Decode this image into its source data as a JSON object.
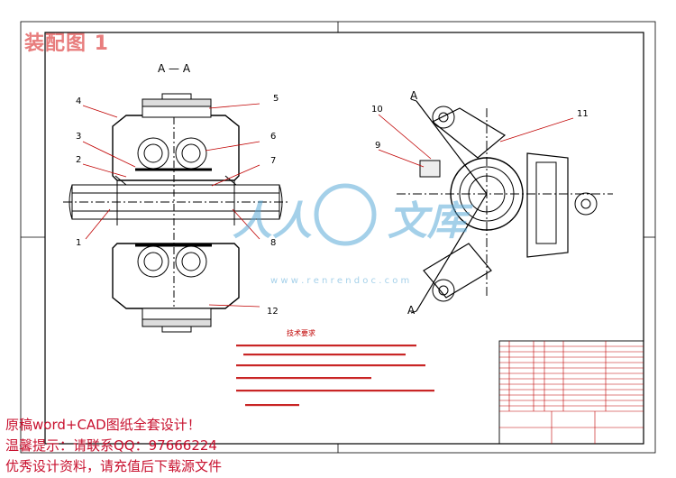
{
  "title": "装配图 1",
  "drawing": {
    "section_label": "A — A",
    "section_marker": "A",
    "callouts": [
      "1",
      "2",
      "3",
      "4",
      "5",
      "6",
      "7",
      "8",
      "9",
      "10",
      "11",
      "12"
    ],
    "watermark_text": "w w w . r e n r e n d o c . c o m",
    "tech_title": "技术要求"
  },
  "overlay": {
    "line1": "原稿word+CAD图纸全套设计！",
    "line2": "温馨提示：请联系QQ：97666224",
    "line3": "优秀设计资料，请充值后下载源文件"
  },
  "colors": {
    "frame": "#000000",
    "callout": "#c00000",
    "drawing": "#4a3b8c",
    "watermark": "#5aaad8",
    "overlay": "#c8102e",
    "title": "#e87d7d"
  }
}
